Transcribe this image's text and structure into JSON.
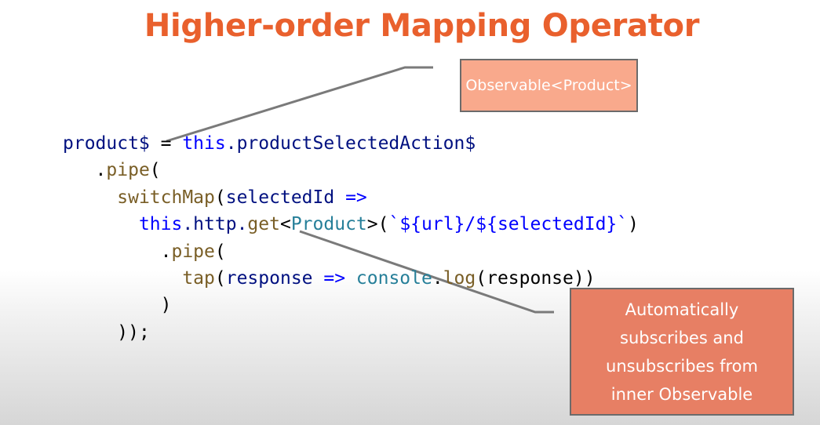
{
  "slide": {
    "title": "Higher-order Mapping Operator",
    "accent_color": "#e9602d"
  },
  "callouts": {
    "top": "Observable<Product>",
    "bottom": "Automatically subscribes and unsubscribes from inner Observable"
  },
  "code": {
    "line1": {
      "var": "product$",
      "eq": " = ",
      "this": "this",
      "rest": ".productSelectedAction$"
    },
    "line2": {
      "indent": "   ",
      "dot": ".",
      "fn": "pipe",
      "open": "("
    },
    "line3": {
      "indent": "     ",
      "fn": "switchMap",
      "open": "(",
      "param": "selectedId",
      "arrow": " =>"
    },
    "line4": {
      "indent": "       ",
      "this": "this",
      "mid": ".http.",
      "fn": "get",
      "lt": "<",
      "type": "Product",
      "gt": ">(",
      "tmpl": "`${url}/${selectedId}`",
      "close": ")"
    },
    "line5": {
      "indent": "         ",
      "dot": ".",
      "fn": "pipe",
      "open": "("
    },
    "line6": {
      "indent": "           ",
      "fn": "tap",
      "open": "(",
      "param": "response",
      "arrow": " => ",
      "obj": "console",
      "dot": ".",
      "fn2": "log",
      "args": "(response))"
    },
    "line7": {
      "indent": "         ",
      "close": ")"
    },
    "line8": {
      "indent": "     ",
      "close": "));"
    }
  }
}
